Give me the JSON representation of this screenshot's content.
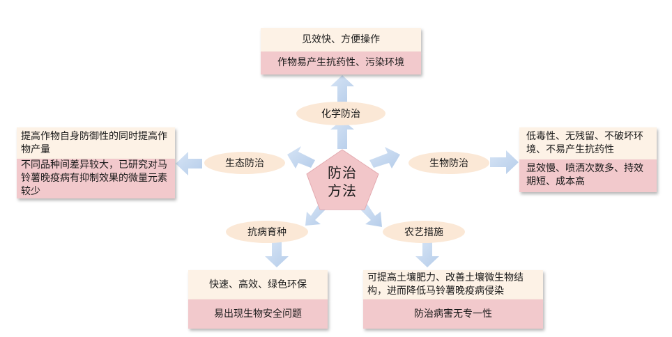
{
  "center": {
    "line1": "防治",
    "line2": "方法"
  },
  "chemical": {
    "label": "化学防治",
    "pros": "见效快、方便操作",
    "cons": "作物易产生抗药性、污染环境"
  },
  "ecological": {
    "label": "生态防治",
    "pros": "提高作物自身防御性的同时提高作物产量",
    "cons": "不同品种间差异较大，已研究对马铃薯晚疫病有抑制效果的微量元素较少"
  },
  "biological": {
    "label": "生物防治",
    "pros": "低毒性、无残留、不破坏环境、不易产生抗药性",
    "cons": "显效慢、喷洒次数多、持效期短、成本高"
  },
  "breeding": {
    "label": "抗病育种",
    "pros": "快速、高效、绿色环保",
    "cons": "易出现生物安全问题"
  },
  "agronomic": {
    "label": "农艺措施",
    "pros": "可提高土壤肥力、改善土壤微生物结构，进而降低马铃薯晚疫病侵染",
    "cons": "防治病害无专一性"
  },
  "colors": {
    "pros_fill": "#fdf2e6",
    "cons_fill": "#f2c9cc",
    "oval_fill": "#fbe8d6",
    "pentagon_fill": "#f2c6c9",
    "arrow_fill": "#c5d9f1"
  }
}
